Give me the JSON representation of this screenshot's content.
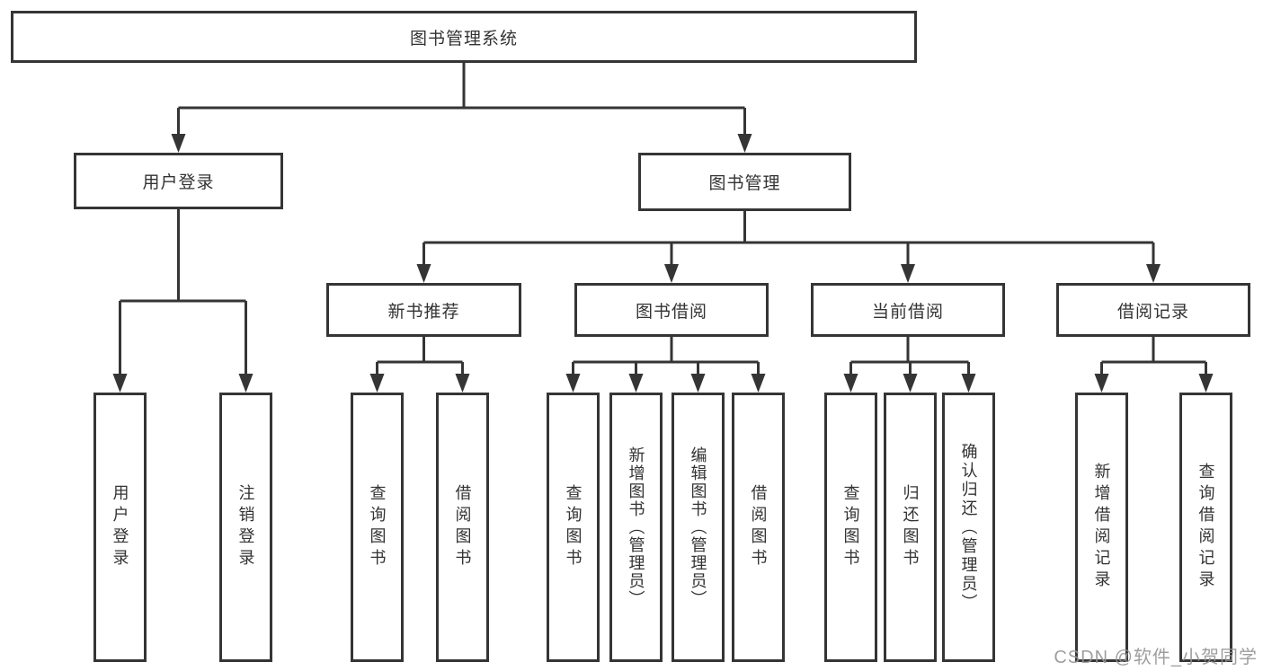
{
  "diagram_type": "hierarchy-tree",
  "colors": {
    "line": "#353535",
    "text": "#333333",
    "background": "#ffffff",
    "watermark": "#949494"
  },
  "watermark": {
    "text": "CSDN @软件_小贺同学"
  },
  "tree": {
    "label": "图书管理系统",
    "children": [
      {
        "label": "用户登录",
        "children": [
          {
            "label": "用户登录"
          },
          {
            "label": "注销登录"
          }
        ]
      },
      {
        "label": "图书管理",
        "children": [
          {
            "label": "新书推荐",
            "children": [
              {
                "label": "查询图书"
              },
              {
                "label": "借阅图书"
              }
            ]
          },
          {
            "label": "图书借阅",
            "children": [
              {
                "label": "查询图书"
              },
              {
                "label": "新增图书（管理员）"
              },
              {
                "label": "编辑图书（管理员）"
              },
              {
                "label": "借阅图书"
              }
            ]
          },
          {
            "label": "当前借阅",
            "children": [
              {
                "label": "查询图书"
              },
              {
                "label": "归还图书"
              },
              {
                "label": "确认归还（管理员）"
              }
            ]
          },
          {
            "label": "借阅记录",
            "children": [
              {
                "label": "新增借阅记录"
              },
              {
                "label": "查询借阅记录"
              }
            ]
          }
        ]
      }
    ]
  }
}
